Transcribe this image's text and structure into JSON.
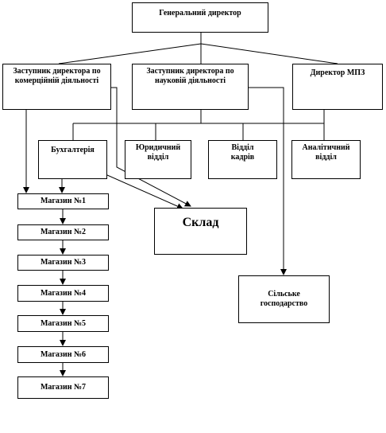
{
  "nodes": {
    "general_director": "Генеральний директор",
    "deputy_commercial": "Заступник директора по комерційній діяльності",
    "deputy_science": "Заступник директора по науковій діяльності",
    "director_mpz": "Директор МПЗ",
    "accounting": "Бухгалтерія",
    "legal": "Юридичний відділ",
    "hr": "Відділ кадрів",
    "analytics": "Аналітичний відділ",
    "warehouse": "Склад",
    "agriculture": "Сільське господарство",
    "stores": [
      "Магазин №1",
      "Магазин №2",
      "Магазин №3",
      "Магазин №4",
      "Магазин №5",
      "Магазин №6",
      "Магазин №7"
    ]
  }
}
